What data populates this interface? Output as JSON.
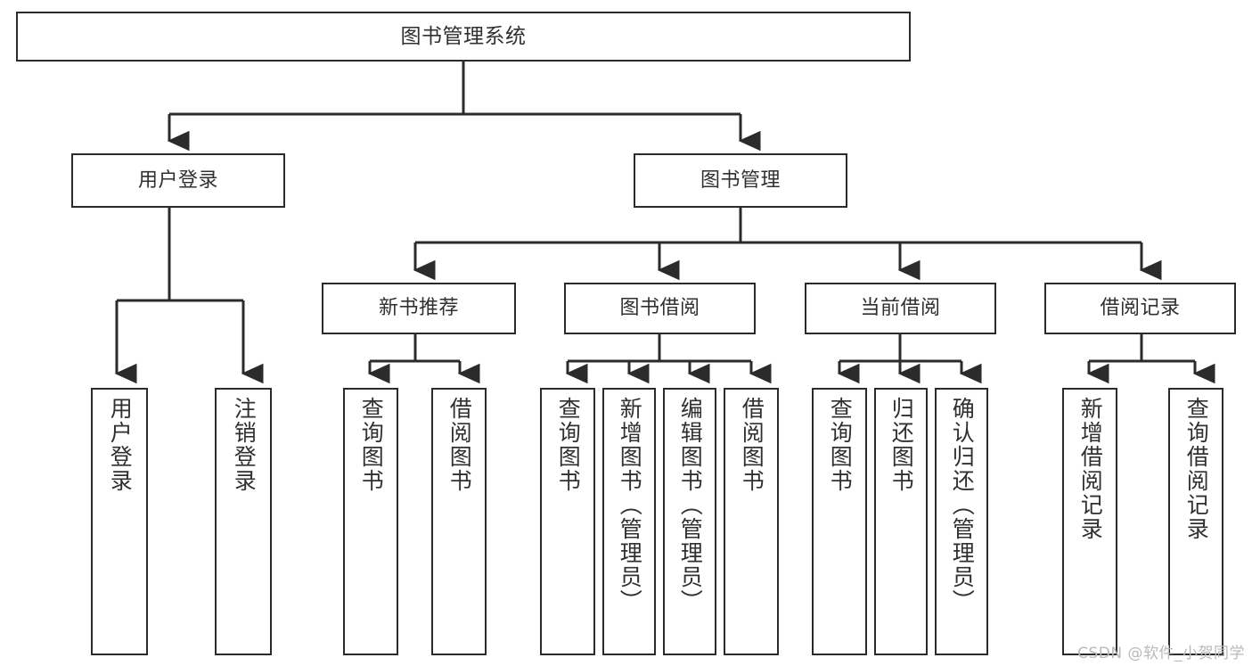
{
  "diagram": {
    "title": "图书管理系统",
    "type": "hierarchy-tree",
    "watermark": "CSDN @软件_小贺同学",
    "colors": {
      "box_border": "#2b2b2b",
      "box_fill": "#ffffff",
      "text": "#303030",
      "connector": "#2b2b2b",
      "watermark": "#b9b9b9"
    },
    "levels": {
      "root": {
        "label": "图书管理系统"
      },
      "level2": [
        {
          "label": "用户登录"
        },
        {
          "label": "图书管理"
        }
      ],
      "level3": [
        {
          "label": "新书推荐"
        },
        {
          "label": "图书借阅"
        },
        {
          "label": "当前借阅"
        },
        {
          "label": "借阅记录"
        }
      ],
      "leaves": {
        "user_login": [
          {
            "label": "用户登录"
          },
          {
            "label": "注销登录"
          }
        ],
        "new_book": [
          {
            "label": "查询图书"
          },
          {
            "label": "借阅图书"
          }
        ],
        "book_borrow": [
          {
            "label": "查询图书"
          },
          {
            "label": "新增图书（管理员）"
          },
          {
            "label": "编辑图书（管理员）"
          },
          {
            "label": "借阅图书"
          }
        ],
        "current_borrow": [
          {
            "label": "查询图书"
          },
          {
            "label": "归还图书"
          },
          {
            "label": "确认归还（管理员）"
          }
        ],
        "borrow_record": [
          {
            "label": "新增借阅记录"
          },
          {
            "label": "查询借阅记录"
          }
        ]
      }
    }
  }
}
